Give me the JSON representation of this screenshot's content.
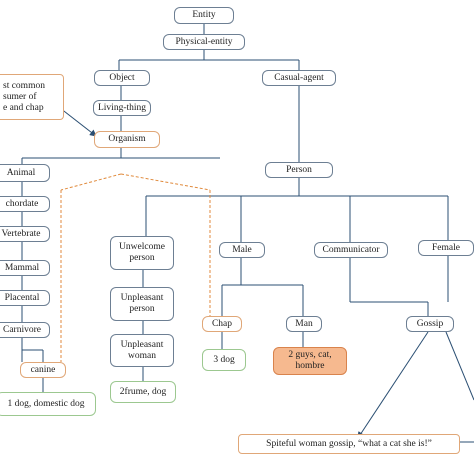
{
  "nodes": {
    "entity": "Entity",
    "physical_entity": "Physical-entity",
    "object": "Object",
    "causal_agent": "Casual-agent",
    "living_thing": "Living-thing",
    "organism": "Organism",
    "note_lcs": "st common\nsumer of\ne and chap",
    "animal": "Animal",
    "person": "Person",
    "chordate": "chordate",
    "vertebrate": "Vertebrate",
    "mammal": "Mammal",
    "placental": "Placental",
    "carnivore": "Carnivore",
    "canine": "canine",
    "dog_senses": "1 dog, domestic dog",
    "unwelcome_person": "Unwelcome person",
    "unpleasant_person": "Unpleasant person",
    "unpleasant_woman": "Unpleasant woman",
    "frume_dog": "2frume, dog",
    "male": "Male",
    "chap": "Chap",
    "three_dog": "3 dog",
    "man": "Man",
    "guys_cat": "2 guys, cat, hombre",
    "communicator": "Communicator",
    "gossip": "Gossip",
    "female": "Female",
    "example_sentence": "Spiteful woman gossip, “what a cat she is!”"
  },
  "colors": {
    "node_border": "#6d7f93",
    "edge": "#2b4f73",
    "dashed_edge": "#e08a3c",
    "highlight_fill": "#f6b98f",
    "green_border": "#9cc890"
  }
}
